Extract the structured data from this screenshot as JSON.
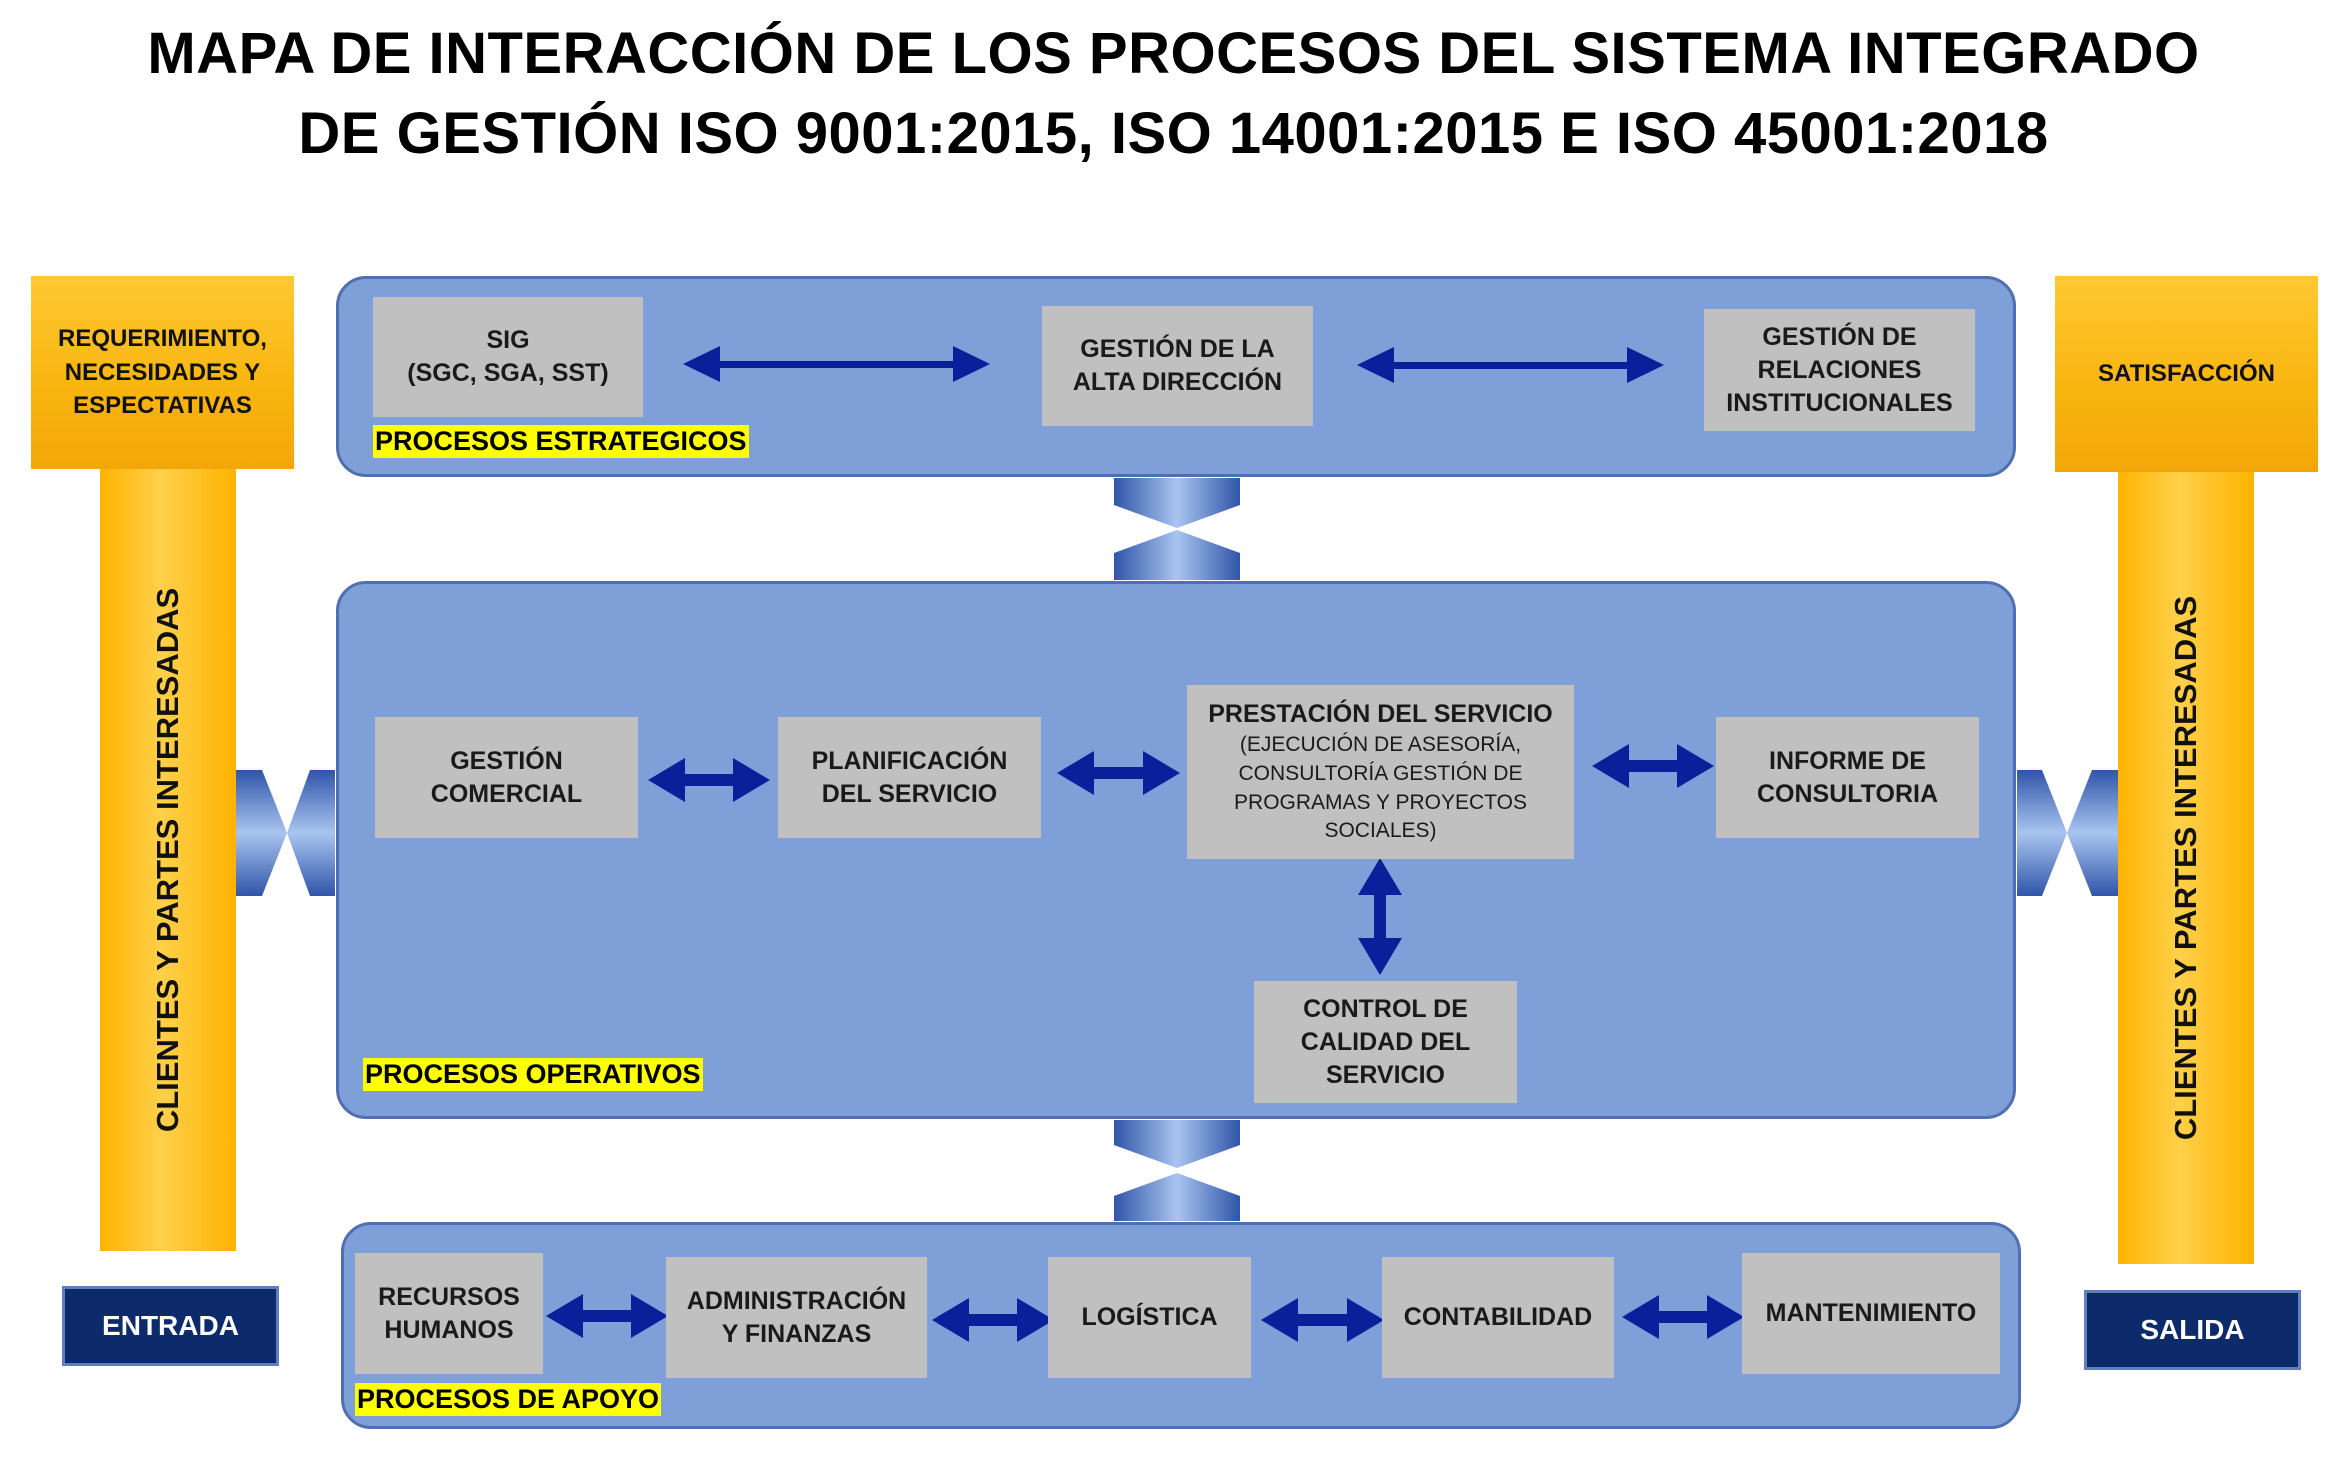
{
  "title": {
    "line1": "MAPA DE INTERACCIÓN DE LOS PROCESOS DEL SISTEMA INTEGRADO",
    "line2": "DE GESTIÓN ISO 9001:2015, ISO 14001:2015 E ISO 45001:2018"
  },
  "entrada": {
    "requirement": "REQUERIMIENTO,\nNECESIDADES Y\nESPECTATIVAS",
    "column_label": "CLIENTES Y PARTES INTERESADAS",
    "tag": "ENTRADA"
  },
  "salida": {
    "satisfaction": "SATISFACCIÓN",
    "column_label": "CLIENTES Y PARTES INTERESADAS",
    "tag": "SALIDA"
  },
  "strategic": {
    "label": "PROCESOS ESTRATEGICOS",
    "sig": "SIG\n(SGC, SGA, SST)",
    "alta_direccion": "GESTIÓN DE LA\nALTA DIRECCIÓN",
    "relaciones": "GESTIÓN DE\nRELACIONES\nINSTITUCIONALES"
  },
  "operative": {
    "label": "PROCESOS OPERATIVOS",
    "comercial": "GESTIÓN\nCOMERCIAL",
    "planificacion": "PLANIFICACIÓN\nDEL SERVICIO",
    "prestacion_title": "PRESTACIÓN DEL SERVICIO",
    "prestacion_detail": "(EJECUCIÓN DE ASESORÍA,\nCONSULTORÍA GESTIÓN DE\nPROGRAMAS Y PROYECTOS\nSOCIALES)",
    "informe": "INFORME DE\nCONSULTORIA",
    "control": "CONTROL DE\nCALIDAD DEL\nSERVICIO"
  },
  "support": {
    "label": "PROCESOS DE APOYO",
    "rrhh": "RECURSOS\nHUMANOS",
    "admin": "ADMINISTRACIÓN\nY FINANZAS",
    "logistica": "LOGÍSTICA",
    "contabilidad": "CONTABILIDAD",
    "mantenimiento": "MANTENIMIENTO"
  },
  "colors": {
    "panel": "#7f9fd8",
    "box": "#c0c0c0",
    "arrow": "#0a1f9a",
    "yellow": "#ffb300",
    "navy": "#0d2b6b"
  }
}
